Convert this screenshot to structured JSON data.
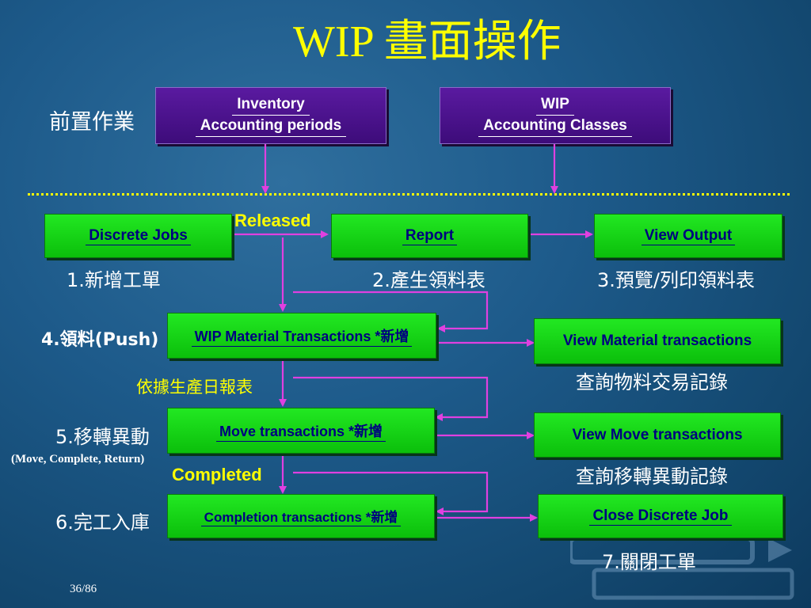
{
  "title": "WIP 畫面操作",
  "setup_label": "前置作業",
  "setup_boxes": [
    {
      "line1": "Inventory",
      "line2": "Accounting  periods"
    },
    {
      "line1": "WIP",
      "line2": "Accounting Classes"
    }
  ],
  "nodes": {
    "discrete_jobs": "Discrete Jobs",
    "report": "Report",
    "view_output": "View Output",
    "wip_material": "WIP Material Transactions *新增",
    "view_material": "View Material transactions",
    "move_tx": "Move transactions  *新增",
    "view_move": "View Move transactions",
    "completion_tx": "Completion transactions *新增",
    "close_job": "Close Discrete Job"
  },
  "labels": {
    "released": "Released",
    "step1": "1.新增工單",
    "step2": "2.產生領料表",
    "step3": "3.預覽/列印領料表",
    "step4": "4.領料(Push)",
    "query_material": "查詢物料交易記錄",
    "daily_report": "依據生產日報表",
    "step5": "5.移轉異動",
    "step5_note": "(Move, Complete, Return)",
    "query_move": "查詢移轉異動記錄",
    "completed": "Completed",
    "step6": "6.完工入庫",
    "step7": "7.關閉工單"
  },
  "page_number": "36/86",
  "colors": {
    "arrow": "#e040e0",
    "title": "#ffff00",
    "green": "#14d414",
    "purple": "#4a1290"
  }
}
